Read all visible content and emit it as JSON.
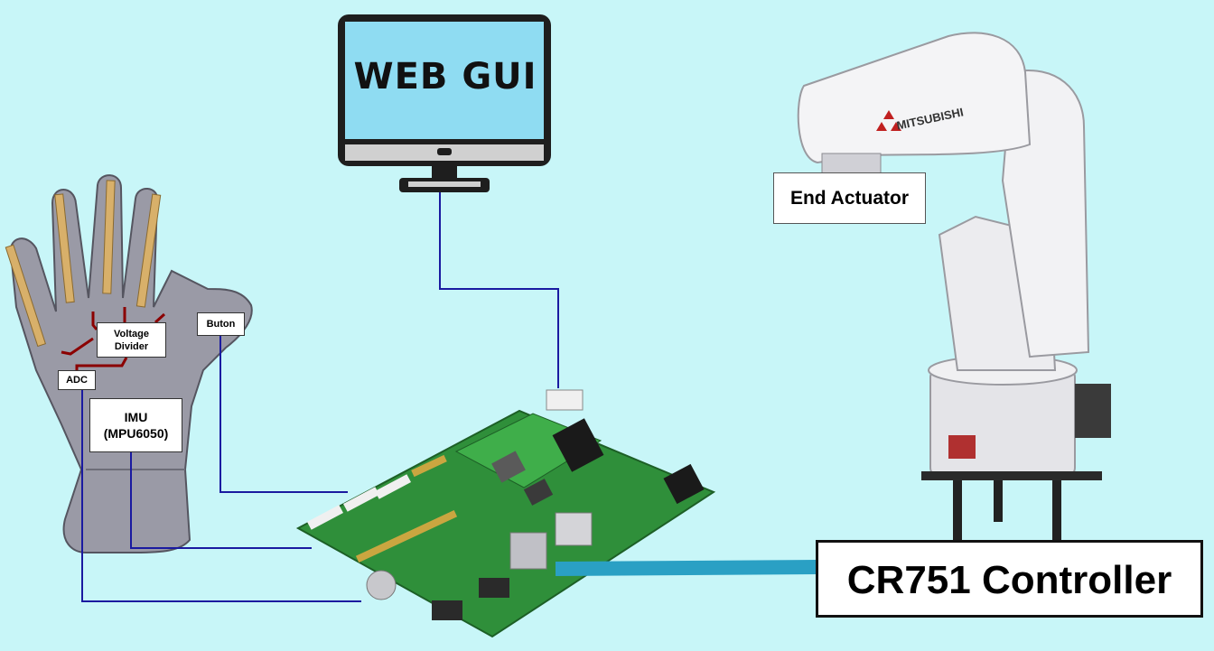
{
  "labels": {
    "voltage_divider": "Voltage Divider",
    "adc": "ADC",
    "buton": "Buton",
    "imu": "IMU (MPU6050)",
    "end_actuator": "End Actuator",
    "controller": "CR751 Controller",
    "web_gui": "WEB GUI",
    "robot_brand": "MITSUBISHI"
  },
  "colors": {
    "background": "#c8f6f8",
    "wire_blue": "#1a1aa0",
    "wire_red": "#8b0000",
    "ethernet_cable": "#2aa0c4",
    "glove": "#9a9aa6",
    "board": "#2f8f3a",
    "monitor_screen": "#8fdcf2"
  }
}
